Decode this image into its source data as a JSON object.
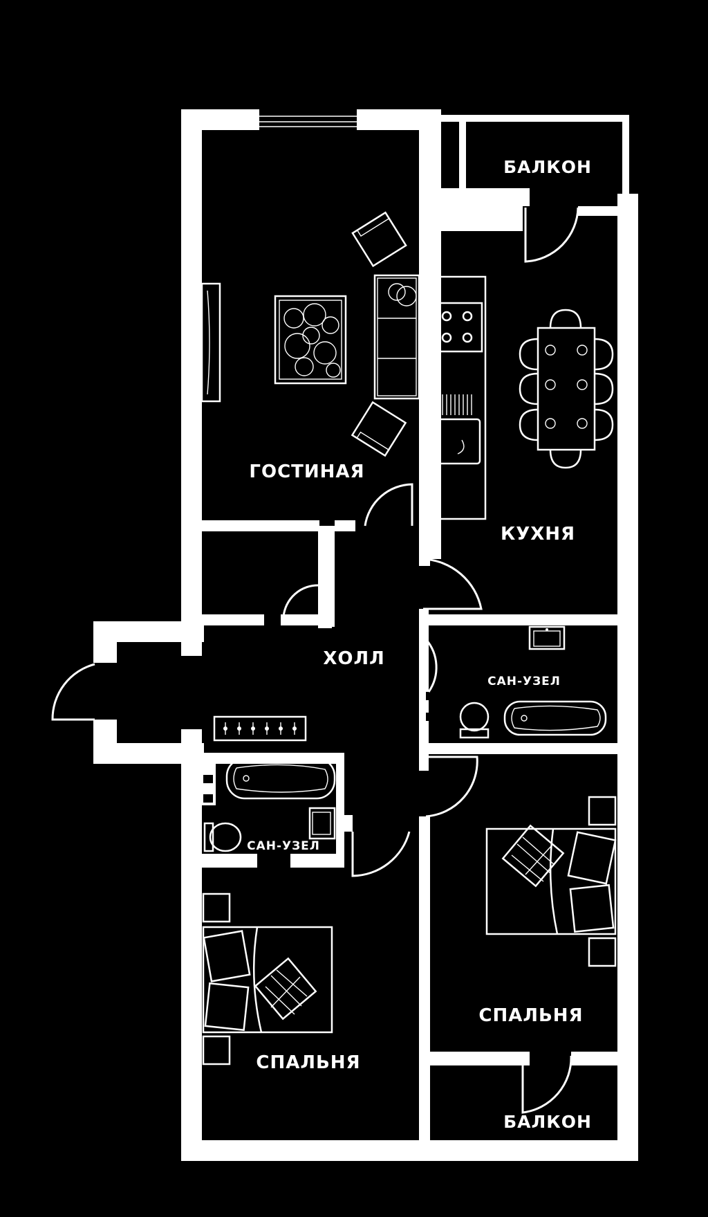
{
  "plan": {
    "colors": {
      "background": "#000000",
      "walls": "#ffffff",
      "labels": "#ffffff"
    },
    "rooms": {
      "balcony_top": "БАЛКОН",
      "living": "ГОСТИНАЯ",
      "kitchen": "КУХНЯ",
      "hall": "ХОЛЛ",
      "bath_right": "САН-УЗЕЛ",
      "bath_left": "САН-УЗЕЛ",
      "bedroom_right": "СПАЛЬНЯ",
      "bedroom_left": "СПАЛЬНЯ",
      "balcony_bottom": "БАЛКОН"
    },
    "icons": [
      "window-icon",
      "door-swing-icon",
      "armchair-icon",
      "sofa-icon",
      "rug-icon",
      "tv-stand-icon",
      "stove-icon",
      "sink-icon",
      "dining-table-icon",
      "chair-icon",
      "bathtub-icon",
      "toilet-icon",
      "washbasin-icon",
      "wardrobe-icon",
      "bed-icon",
      "nightstand-icon"
    ]
  }
}
